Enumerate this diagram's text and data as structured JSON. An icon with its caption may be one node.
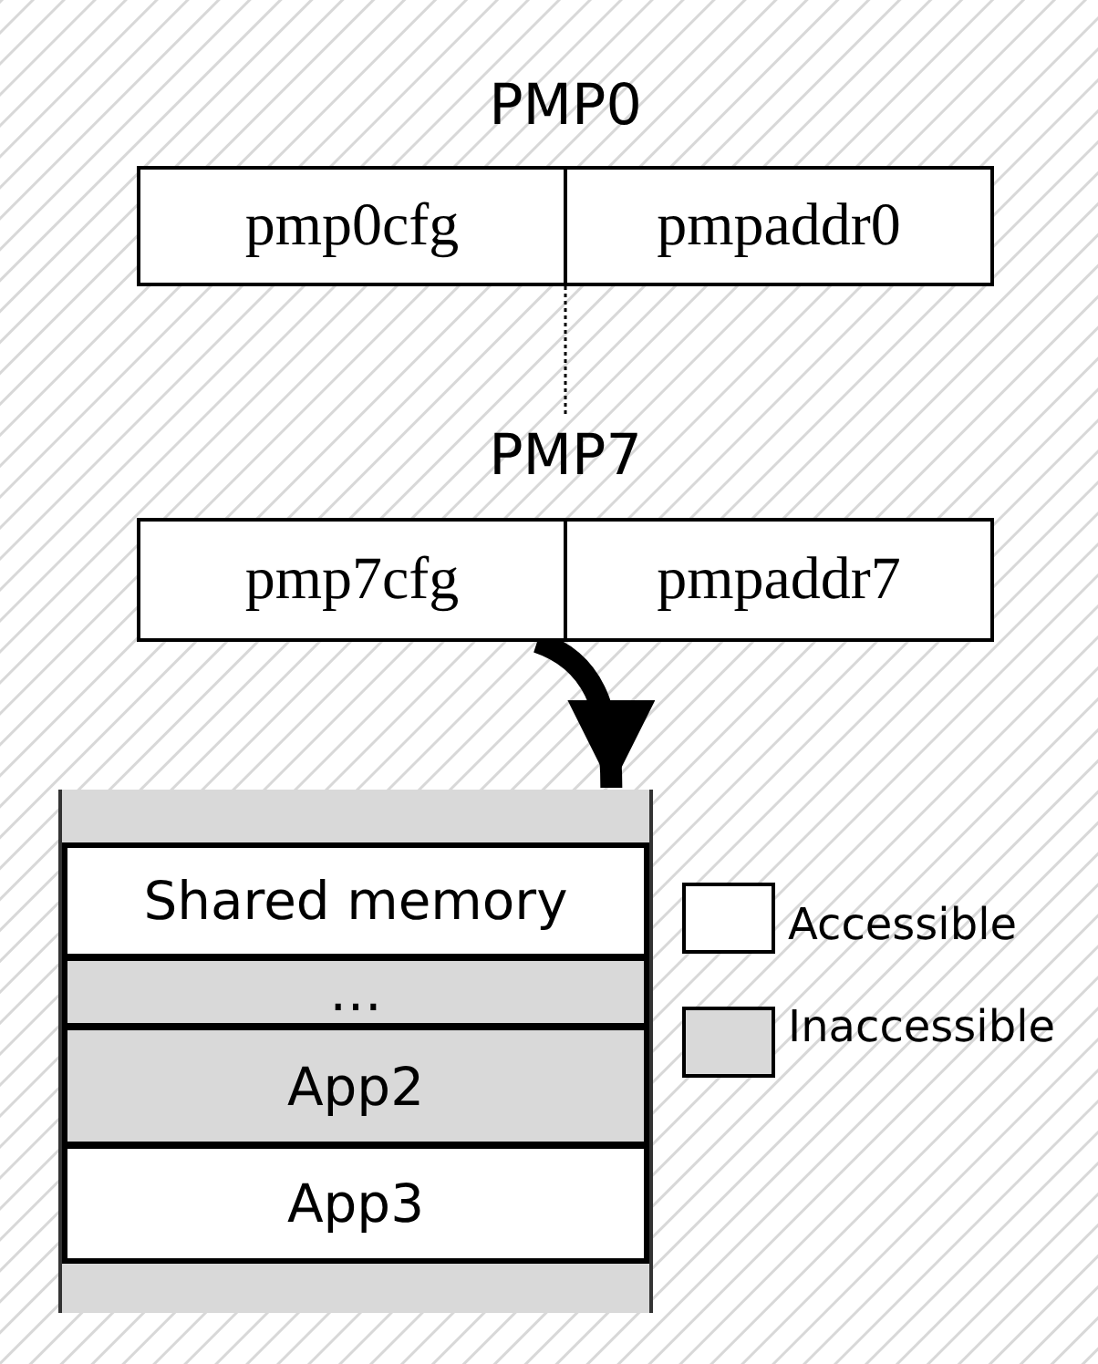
{
  "diagram": {
    "nodes": [
      {
        "text": [
          "PMP0"
        ]
      },
      {
        "text": [
          "pmp0cfg"
        ],
        "in": 0
      },
      {
        "text": [
          "pmpaddr0"
        ],
        "in": 0
      },
      {
        "text": [
          "PMP7"
        ]
      },
      {
        "text": [
          "pmp7cfg"
        ],
        "in": 3
      },
      {
        "text": [
          "pmpaddr7"
        ],
        "in": 3
      },
      {
        "text": [],
        "shape": "box"
      },
      {
        "text": [],
        "shape": "bar",
        "in": 6
      },
      {
        "text": [
          "Shared memory"
        ],
        "in": 6
      },
      {
        "text": [
          "…"
        ],
        "in": 6
      },
      {
        "text": [
          "App2"
        ],
        "in": 6
      },
      {
        "text": [
          "App3"
        ],
        "in": 6
      },
      {
        "text": [],
        "shape": "bar",
        "in": 6
      }
    ],
    "edges": [
      {
        "from": 0,
        "to": 3,
        "arrow": "none",
        "style": "dashed"
      },
      {
        "from": 4,
        "to": 6,
        "arrow": "to",
        "style": "thick"
      }
    ],
    "legend": [
      {
        "text": "Accessible",
        "color": "#ffffff"
      },
      {
        "text": "Inaccessible",
        "color": "#d9d9d9"
      }
    ]
  }
}
